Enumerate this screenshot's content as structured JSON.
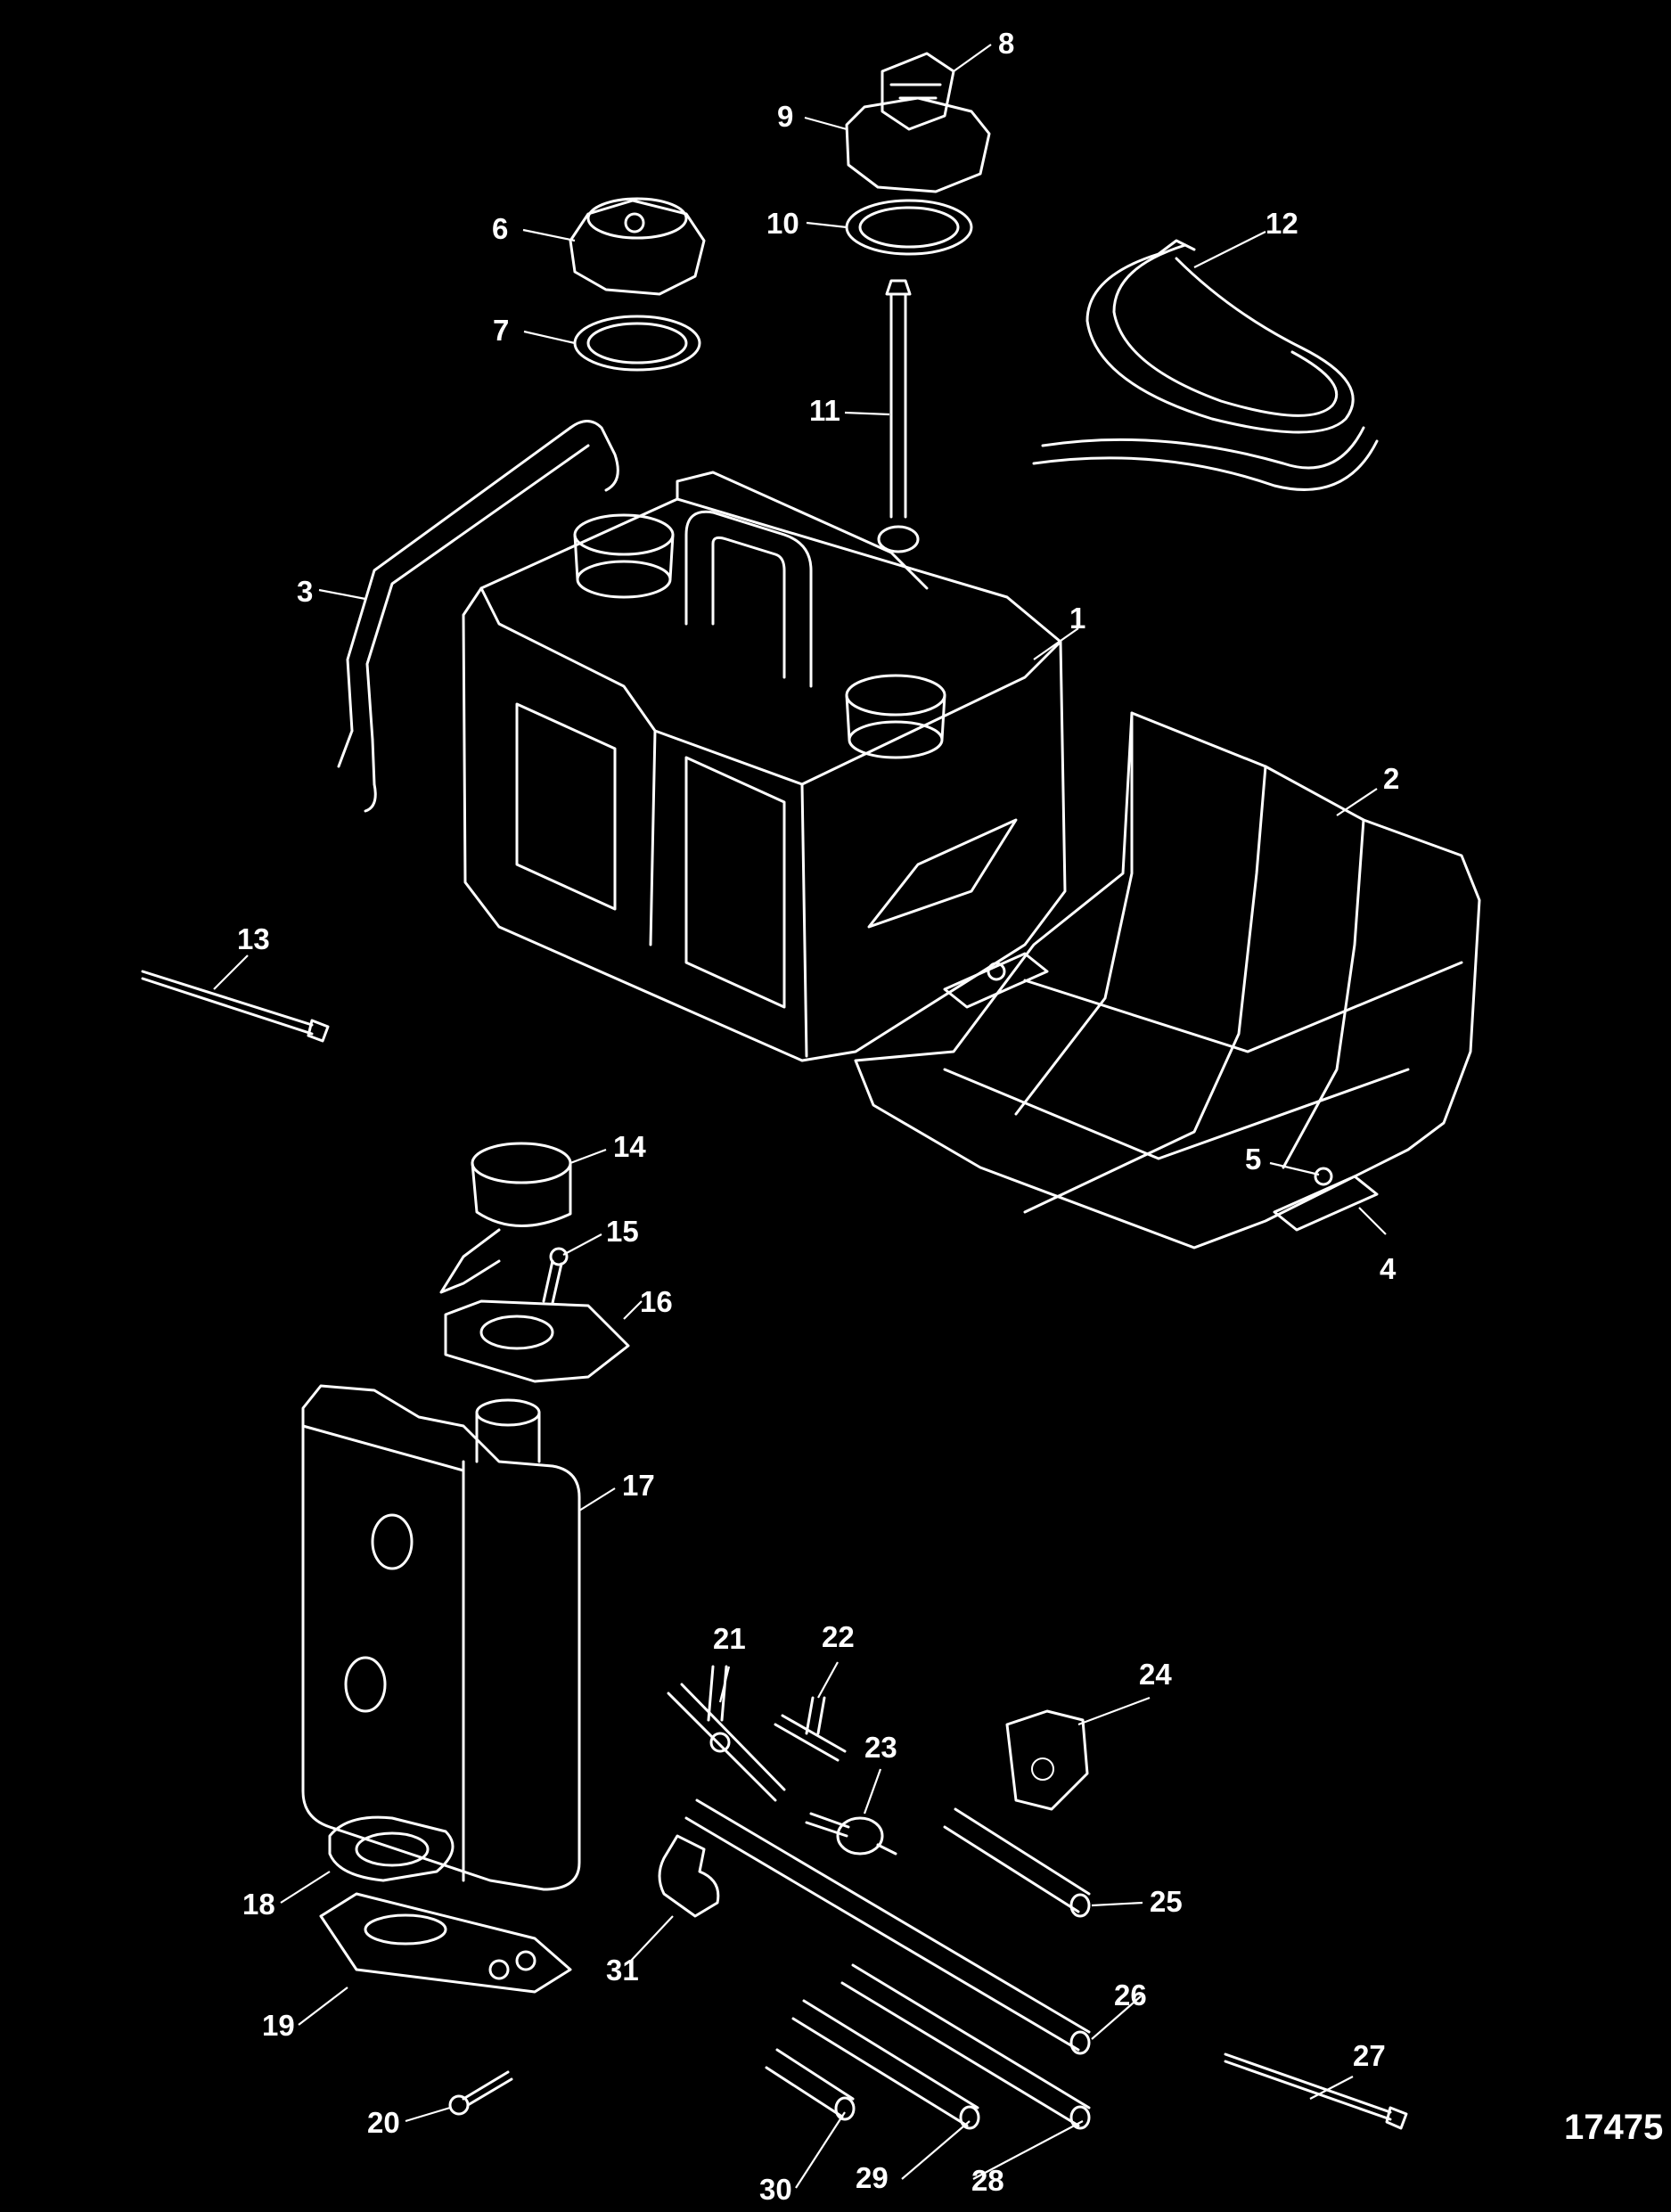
{
  "figure_number": "17475",
  "callouts": [
    {
      "id": "callout-1",
      "text": "1"
    },
    {
      "id": "callout-2",
      "text": "2"
    },
    {
      "id": "callout-3",
      "text": "3"
    },
    {
      "id": "callout-4",
      "text": "4"
    },
    {
      "id": "callout-5",
      "text": "5"
    },
    {
      "id": "callout-6",
      "text": "6"
    },
    {
      "id": "callout-7",
      "text": "7"
    },
    {
      "id": "callout-8",
      "text": "8"
    },
    {
      "id": "callout-9",
      "text": "9"
    },
    {
      "id": "callout-10",
      "text": "10"
    },
    {
      "id": "callout-11",
      "text": "11"
    },
    {
      "id": "callout-12",
      "text": "12"
    },
    {
      "id": "callout-13",
      "text": "13"
    },
    {
      "id": "callout-14",
      "text": "14"
    },
    {
      "id": "callout-15",
      "text": "15"
    },
    {
      "id": "callout-16",
      "text": "16"
    },
    {
      "id": "callout-17",
      "text": "17"
    },
    {
      "id": "callout-18",
      "text": "18"
    },
    {
      "id": "callout-19",
      "text": "19"
    },
    {
      "id": "callout-20",
      "text": "20"
    },
    {
      "id": "callout-21",
      "text": "21"
    },
    {
      "id": "callout-22",
      "text": "22"
    },
    {
      "id": "callout-23",
      "text": "23"
    },
    {
      "id": "callout-24",
      "text": "24"
    },
    {
      "id": "callout-25",
      "text": "25"
    },
    {
      "id": "callout-26",
      "text": "26"
    },
    {
      "id": "callout-27",
      "text": "27"
    },
    {
      "id": "callout-28",
      "text": "28"
    },
    {
      "id": "callout-29",
      "text": "29"
    },
    {
      "id": "callout-30",
      "text": "30"
    },
    {
      "id": "callout-31",
      "text": "31"
    }
  ]
}
